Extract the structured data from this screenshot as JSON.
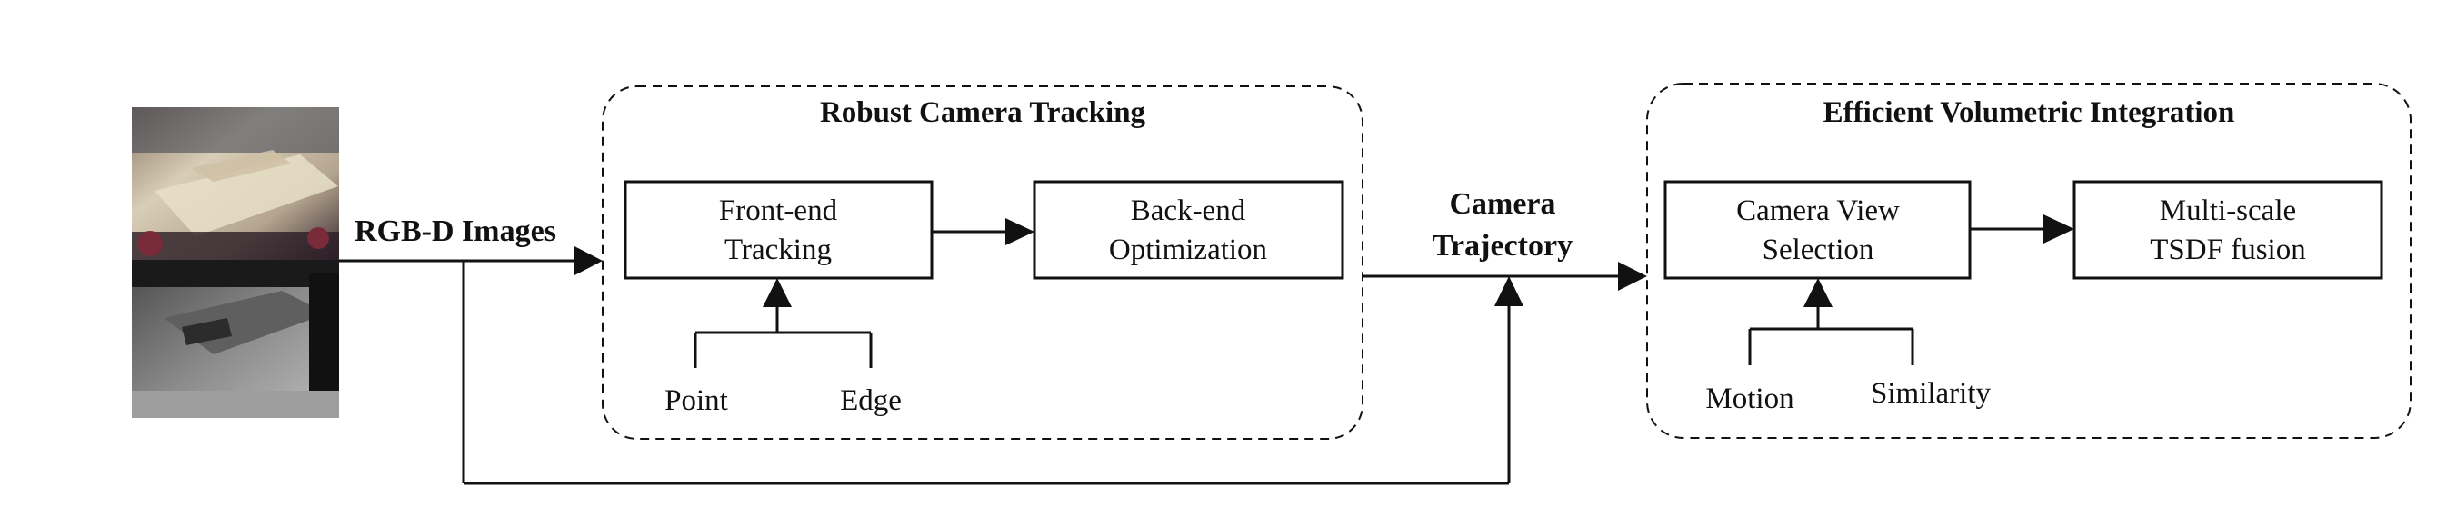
{
  "input": {
    "label": "RGB-D Images"
  },
  "tracking_group": {
    "title": "Robust Camera Tracking",
    "front_end": {
      "line1": "Front-end",
      "line2": "Tracking"
    },
    "back_end": {
      "line1": "Back-end",
      "line2": "Optimization"
    },
    "features": [
      "Point",
      "Edge"
    ]
  },
  "middle": {
    "line1": "Camera",
    "line2": "Trajectory"
  },
  "integration_group": {
    "title": "Efficient Volumetric Integration",
    "view_selection": {
      "line1": "Camera View",
      "line2": "Selection"
    },
    "fusion": {
      "line1": "Multi-scale",
      "line2": "TSDF fusion"
    },
    "criteria": [
      "Motion",
      "Similarity"
    ]
  }
}
